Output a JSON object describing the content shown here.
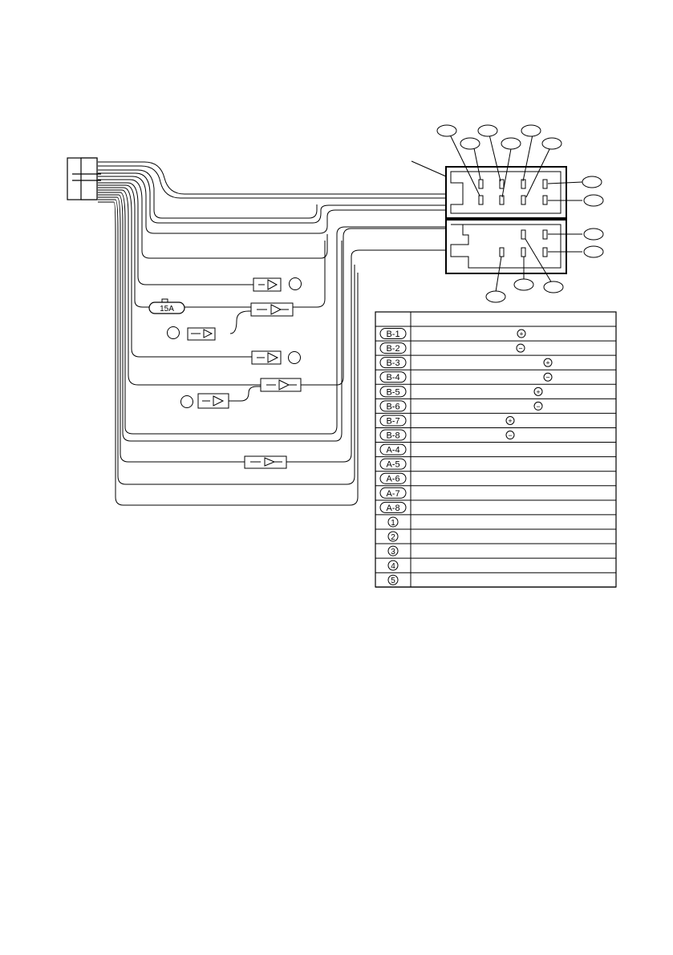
{
  "fuse": {
    "label": "15A"
  },
  "legend": {
    "rows": [
      {
        "id": "B-1",
        "style": "oval",
        "polarity": "+"
      },
      {
        "id": "B-2",
        "style": "oval",
        "polarity": "−"
      },
      {
        "id": "B-3",
        "style": "oval",
        "polarity": "+"
      },
      {
        "id": "B-4",
        "style": "oval",
        "polarity": "−"
      },
      {
        "id": "B-5",
        "style": "oval",
        "polarity": "+"
      },
      {
        "id": "B-6",
        "style": "oval",
        "polarity": "−"
      },
      {
        "id": "B-7",
        "style": "oval",
        "polarity": "+"
      },
      {
        "id": "B-8",
        "style": "oval",
        "polarity": "−"
      },
      {
        "id": "A-4",
        "style": "oval",
        "polarity": ""
      },
      {
        "id": "A-5",
        "style": "oval",
        "polarity": ""
      },
      {
        "id": "A-6",
        "style": "oval",
        "polarity": ""
      },
      {
        "id": "A-7",
        "style": "oval",
        "polarity": ""
      },
      {
        "id": "A-8",
        "style": "oval",
        "polarity": ""
      },
      {
        "id": "1",
        "style": "circle",
        "polarity": ""
      },
      {
        "id": "2",
        "style": "circle",
        "polarity": ""
      },
      {
        "id": "3",
        "style": "circle",
        "polarity": ""
      },
      {
        "id": "4",
        "style": "circle",
        "polarity": ""
      },
      {
        "id": "5",
        "style": "circle",
        "polarity": ""
      }
    ]
  }
}
